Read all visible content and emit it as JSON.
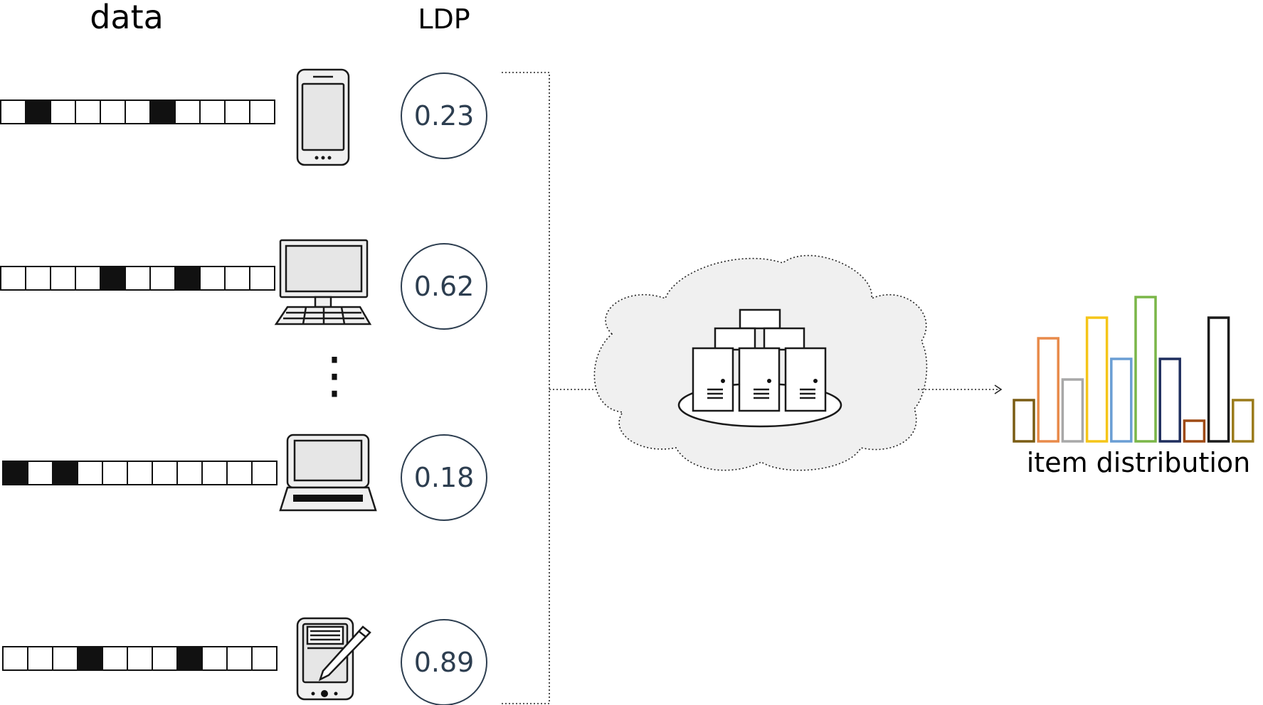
{
  "headers": {
    "data": "data",
    "ldp": "LDP"
  },
  "output_label": "item distribution",
  "ellipsis": "⋮",
  "colors": {
    "filled_cell": "#111111",
    "circle_text": "#2d3e50",
    "cloud_fill": "#f0f0f0"
  },
  "users": [
    {
      "device": "smartphone-icon",
      "cells": [
        0,
        1,
        0,
        0,
        0,
        0,
        1,
        0,
        0,
        0,
        0
      ],
      "epsilon": "0.23"
    },
    {
      "device": "desktop-computer-icon",
      "cells": [
        0,
        0,
        0,
        0,
        1,
        0,
        0,
        1,
        0,
        0,
        0
      ],
      "epsilon": "0.62"
    },
    {
      "device": "laptop-icon",
      "cells": [
        1,
        0,
        1,
        0,
        0,
        0,
        0,
        0,
        0,
        0,
        0
      ],
      "epsilon": "0.18"
    },
    {
      "device": "tablet-pen-icon",
      "cells": [
        0,
        0,
        0,
        1,
        0,
        0,
        0,
        1,
        0,
        0,
        0
      ],
      "epsilon": "0.89"
    }
  ],
  "aggregator": {
    "icon": "cloud-server-cluster-icon"
  },
  "chart_data": {
    "type": "bar",
    "title": "",
    "xlabel": "item distribution",
    "ylabel": "",
    "values": [
      2,
      5,
      3,
      6,
      4,
      7,
      4,
      1,
      6,
      2
    ],
    "colors": [
      "#7a5c14",
      "#e88a4a",
      "#a8a8a8",
      "#f5c518",
      "#6a9ed4",
      "#7ab648",
      "#1f2e5e",
      "#9e4a14",
      "#1a1a1a",
      "#9a7a1a"
    ],
    "ylim": [
      0,
      7
    ],
    "grid": false
  }
}
